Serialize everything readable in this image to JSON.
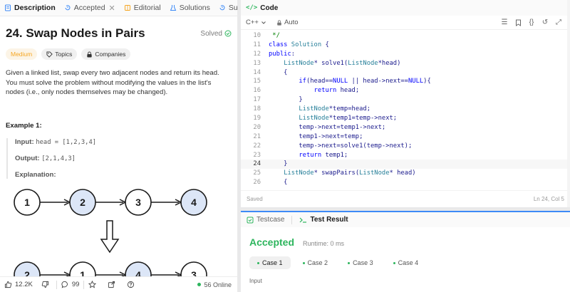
{
  "left_tabs": [
    {
      "label": "Description",
      "active": true
    },
    {
      "label": "Accepted",
      "closable": true
    },
    {
      "label": "Editorial"
    },
    {
      "label": "Solutions"
    },
    {
      "label": "Submiss"
    }
  ],
  "problem": {
    "title": "24. Swap Nodes in Pairs",
    "status": "Solved",
    "badges": [
      "Medium",
      "Topics",
      "Companies"
    ],
    "description": "Given a linked list, swap every two adjacent nodes and return its head. You must solve the problem without modifying the values in the list's nodes (i.e., only nodes themselves may be changed).",
    "example_title": "Example 1:",
    "input_label": "Input:",
    "input_value": "head = [1,2,3,4]",
    "output_label": "Output:",
    "output_value": "[2,1,4,3]",
    "explanation_label": "Explanation:"
  },
  "diagram": {
    "top_nodes": [
      "1",
      "2",
      "3",
      "4"
    ],
    "bottom_nodes": [
      "2",
      "1",
      "4",
      "3"
    ],
    "highlighted_top": [
      1,
      3
    ],
    "highlighted_bottom": [
      0,
      2
    ],
    "node_fill": "#dce6f7",
    "plain_fill": "#ffffff"
  },
  "left_footer": {
    "likes": "12.2K",
    "comments": "99",
    "online": "56 Online"
  },
  "code_header": {
    "title": "Code",
    "language": "C++",
    "mode": "Auto",
    "saved": "Saved",
    "cursor": "Ln 24, Col 5"
  },
  "code_lines": [
    {
      "n": "10",
      "t": " */"
    },
    {
      "n": "11",
      "t": "class Solution {"
    },
    {
      "n": "12",
      "t": "public:"
    },
    {
      "n": "13",
      "t": "    ListNode* solve1(ListNode*head)"
    },
    {
      "n": "14",
      "t": "    {"
    },
    {
      "n": "15",
      "t": "        if(head==NULL || head->next==NULL){"
    },
    {
      "n": "16",
      "t": "            return head;"
    },
    {
      "n": "17",
      "t": "        }"
    },
    {
      "n": "18",
      "t": "        ListNode*temp=head;"
    },
    {
      "n": "19",
      "t": "        ListNode*temp1=temp->next;"
    },
    {
      "n": "20",
      "t": "        temp->next=temp1->next;"
    },
    {
      "n": "21",
      "t": "        temp1->next=temp;"
    },
    {
      "n": "22",
      "t": "        temp->next=solve1(temp->next);"
    },
    {
      "n": "23",
      "t": "        return temp1;"
    },
    {
      "n": "24",
      "t": "    }",
      "current": true
    },
    {
      "n": "25",
      "t": "    ListNode* swapPairs(ListNode* head)"
    },
    {
      "n": "26",
      "t": "    {"
    }
  ],
  "result": {
    "tabs": [
      "Testcase",
      "Test Result"
    ],
    "status": "Accepted",
    "runtime": "Runtime: 0 ms",
    "cases": [
      "Case 1",
      "Case 2",
      "Case 3",
      "Case 4"
    ],
    "input_label": "Input"
  },
  "colors": {
    "accepted": "#2db55d",
    "medium": "#f5a623",
    "accent_blue": "#3d8af7"
  }
}
